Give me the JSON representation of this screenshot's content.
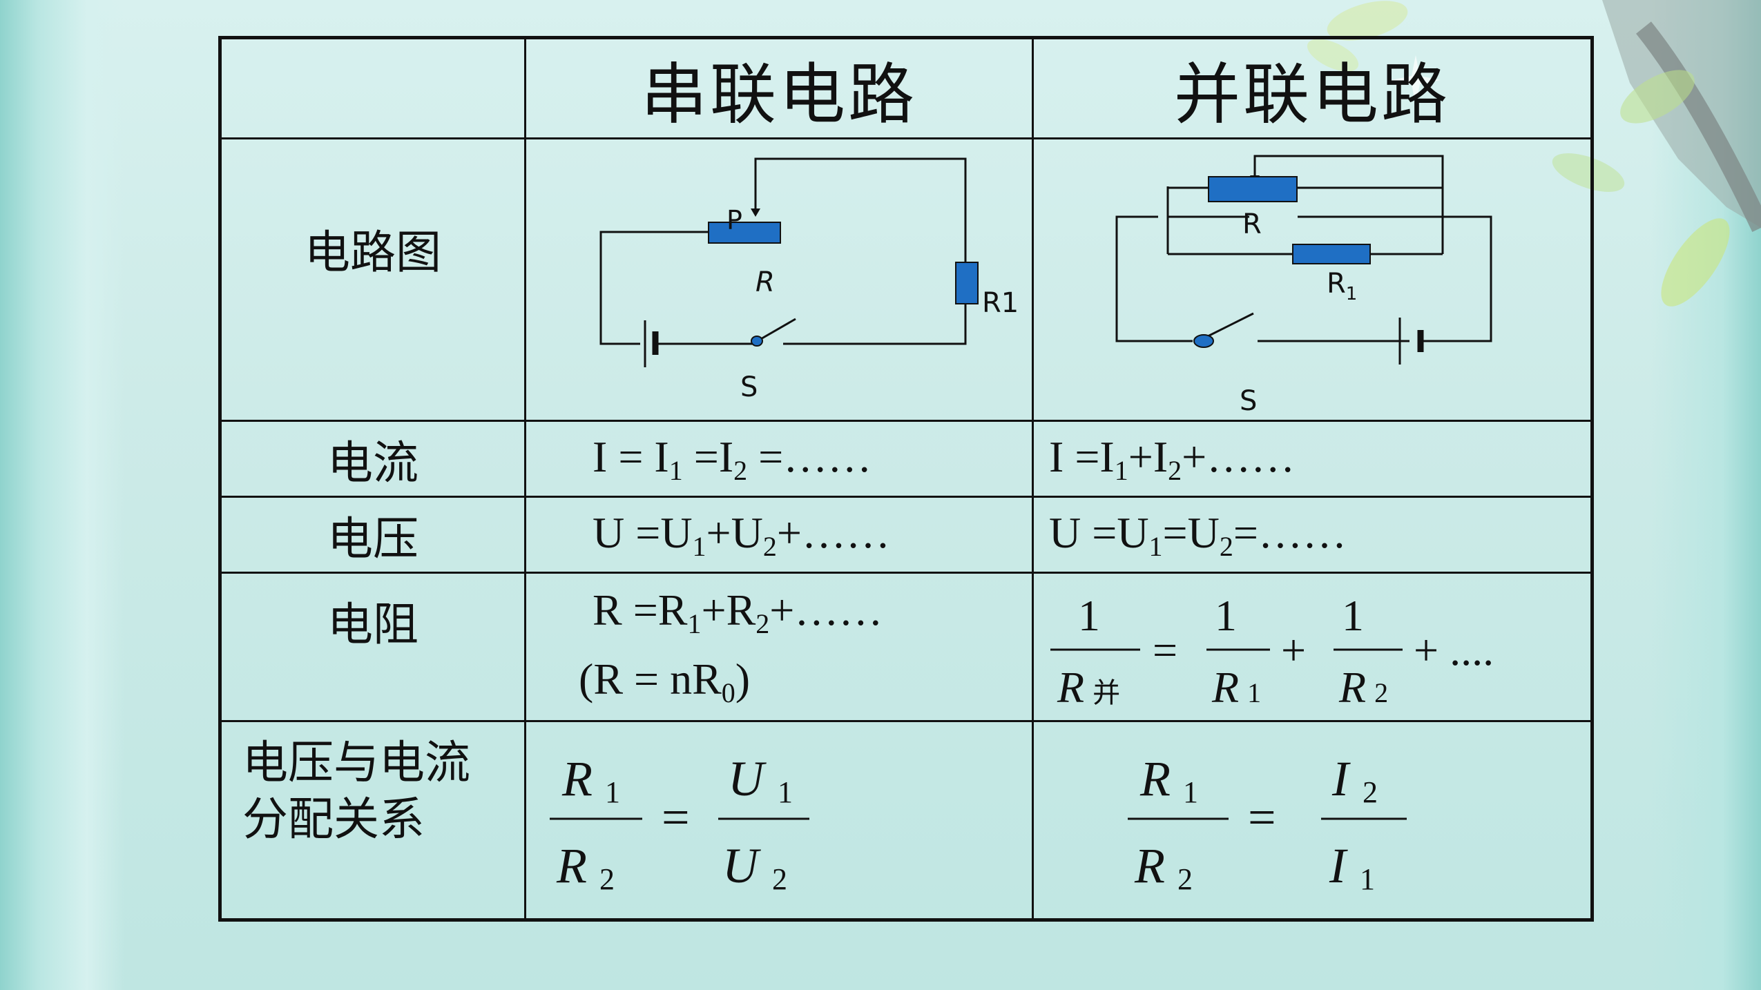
{
  "table": {
    "headers": {
      "series": "串联电路",
      "parallel": "并联电路"
    },
    "rows": {
      "diagram": "电路图",
      "current": "电流",
      "voltage": "电压",
      "resistance": "电阻",
      "distribution_line1": "电压与电流",
      "distribution_line2": "分配关系"
    },
    "series": {
      "current": {
        "a": "I = I",
        "a_sub": "1",
        "b": " =I",
        "b_sub": "2",
        "c": " =……"
      },
      "voltage": {
        "a": "U =U",
        "a_sub": "1",
        "b": "+U",
        "b_sub": "2",
        "c": "+……"
      },
      "resistance": {
        "a": "R =R",
        "a_sub": "1",
        "b": "+R",
        "b_sub": "2",
        "c": "+……"
      },
      "resistance_n": {
        "a": "(R = nR",
        "a_sub": "0",
        "b": ")"
      },
      "ratio": {
        "left_num": "R",
        "left_num_sub": "1",
        "left_den": "R",
        "left_den_sub": "2",
        "eq": "=",
        "right_num": "U",
        "right_num_sub": "1",
        "right_den": "U",
        "right_den_sub": "2"
      }
    },
    "parallel": {
      "current": {
        "a": "I =I",
        "a_sub": "1",
        "b": "+I",
        "b_sub": "2",
        "c": "+……"
      },
      "voltage": {
        "a": "U =U",
        "a_sub": "1",
        "b": "=U",
        "b_sub": "2",
        "c": "=……"
      },
      "resistance": {
        "one": "1",
        "rtotal": "R",
        "rtotal_sub": "并",
        "eq": "=",
        "r1": "R",
        "r1_sub": "1",
        "plus": "+",
        "r2": "R",
        "r2_sub": "2",
        "tail": "+ ...."
      },
      "ratio": {
        "left_num": "R",
        "left_num_sub": "1",
        "left_den": "R",
        "left_den_sub": "2",
        "eq": "=",
        "right_num": "I",
        "right_num_sub": "2",
        "right_den": "I",
        "right_den_sub": "1"
      }
    },
    "series_diagram": {
      "label_p": "P",
      "label_r": "R",
      "label_r1": "R1",
      "label_s": "S"
    },
    "parallel_diagram": {
      "label_r": "R",
      "label_r1": "R",
      "label_r1_sub": "1",
      "label_s": "S"
    }
  },
  "colors": {
    "resistor": "#1f6fc4",
    "line": "#111111"
  }
}
